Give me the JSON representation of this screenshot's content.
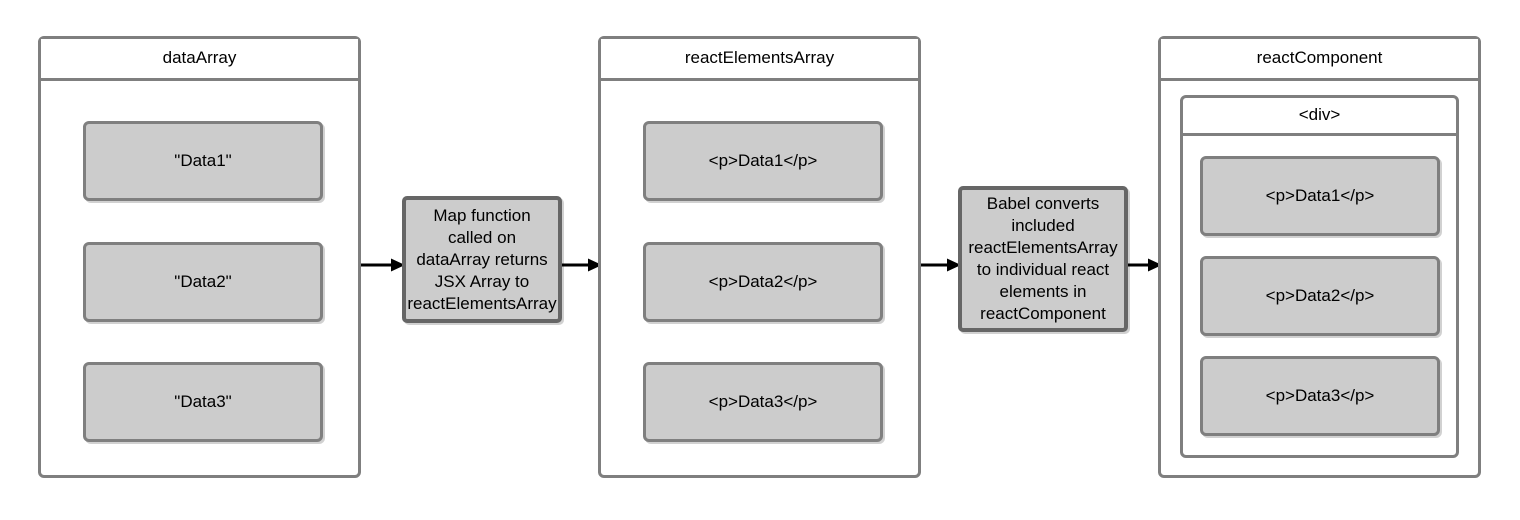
{
  "diagram": {
    "title_not_shown": "",
    "background_color": "#ffffff",
    "panel_border_color": "#7f7f7f",
    "item_fill_color": "#cccccc",
    "process_border_color": "#666666",
    "arrow_color": "#000000"
  },
  "panels": [
    {
      "id": "data-array",
      "title": "dataArray",
      "items": [
        {
          "label": "\"Data1\""
        },
        {
          "label": "\"Data2\""
        },
        {
          "label": "\"Data3\""
        }
      ]
    },
    {
      "id": "react-elements-array",
      "title": "reactElementsArray",
      "items": [
        {
          "label": "<p>Data1</p>"
        },
        {
          "label": "<p>Data2</p>"
        },
        {
          "label": "<p>Data3</p>"
        }
      ]
    },
    {
      "id": "react-component",
      "title": "reactComponent",
      "nested": {
        "title": "<div>",
        "items": [
          {
            "label": "<p>Data1</p>"
          },
          {
            "label": "<p>Data2</p>"
          },
          {
            "label": "<p>Data3</p>"
          }
        ]
      }
    }
  ],
  "processes": [
    {
      "id": "map-function",
      "lines": [
        "Map function",
        "called on",
        "dataArray returns",
        "JSX Array to",
        "reactElementsArray"
      ]
    },
    {
      "id": "babel-converts",
      "lines": [
        "Babel converts",
        "included",
        "reactElementsArray",
        "to individual react",
        "elements in",
        "reactComponent"
      ]
    }
  ],
  "arrows": [
    {
      "id": "arrow-data-to-map",
      "from": "dataArray",
      "to": "Map function"
    },
    {
      "id": "arrow-map-to-elements",
      "from": "Map function",
      "to": "reactElementsArray"
    },
    {
      "id": "arrow-elements-to-babel",
      "from": "reactElementsArray",
      "to": "Babel converts"
    },
    {
      "id": "arrow-babel-to-component",
      "from": "Babel converts",
      "to": "reactComponent"
    }
  ]
}
